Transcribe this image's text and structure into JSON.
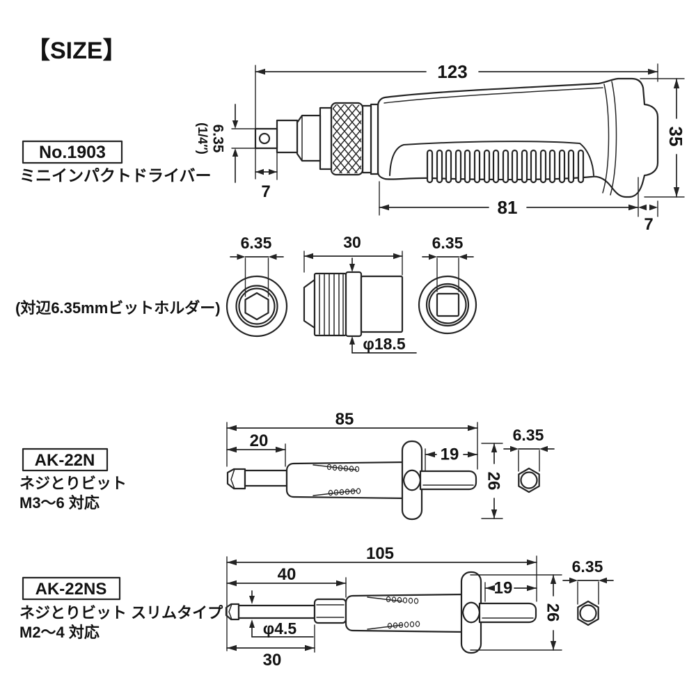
{
  "page": {
    "title": "【SIZE】"
  },
  "driver": {
    "model": "No.1903",
    "name": "ミニインパクトドライバー",
    "dims": {
      "overall_length": "123",
      "body_height": "35",
      "square_drive": "6.35",
      "square_drive_inch": "(1/4″)",
      "square_drive_length": "7",
      "grip_length": "81",
      "rear_cap_length": "7"
    }
  },
  "bit_holder": {
    "caption": "(対辺6.35mmビットホルダー)",
    "dims": {
      "hex_socket_width": "6.35",
      "holder_length": "30",
      "square_socket_width": "6.35",
      "outer_diameter": "φ18.5"
    }
  },
  "ak22n": {
    "model": "AK-22N",
    "name": "ネジとりビット",
    "compatibility": "M3〜6 対応",
    "dims": {
      "overall_length": "85",
      "tip_length": "20",
      "shank_length": "19",
      "handle_height": "26",
      "hex_shank_width": "6.35"
    }
  },
  "ak22ns": {
    "model": "AK-22NS",
    "name": "ネジとりビット スリムタイプ",
    "compatibility": "M2〜4 対応",
    "dims": {
      "overall_length": "105",
      "slim_length": "40",
      "tip_length": "30",
      "shaft_diameter": "φ4.5",
      "shank_length": "19",
      "handle_height": "26",
      "hex_shank_width": "6.35"
    }
  }
}
